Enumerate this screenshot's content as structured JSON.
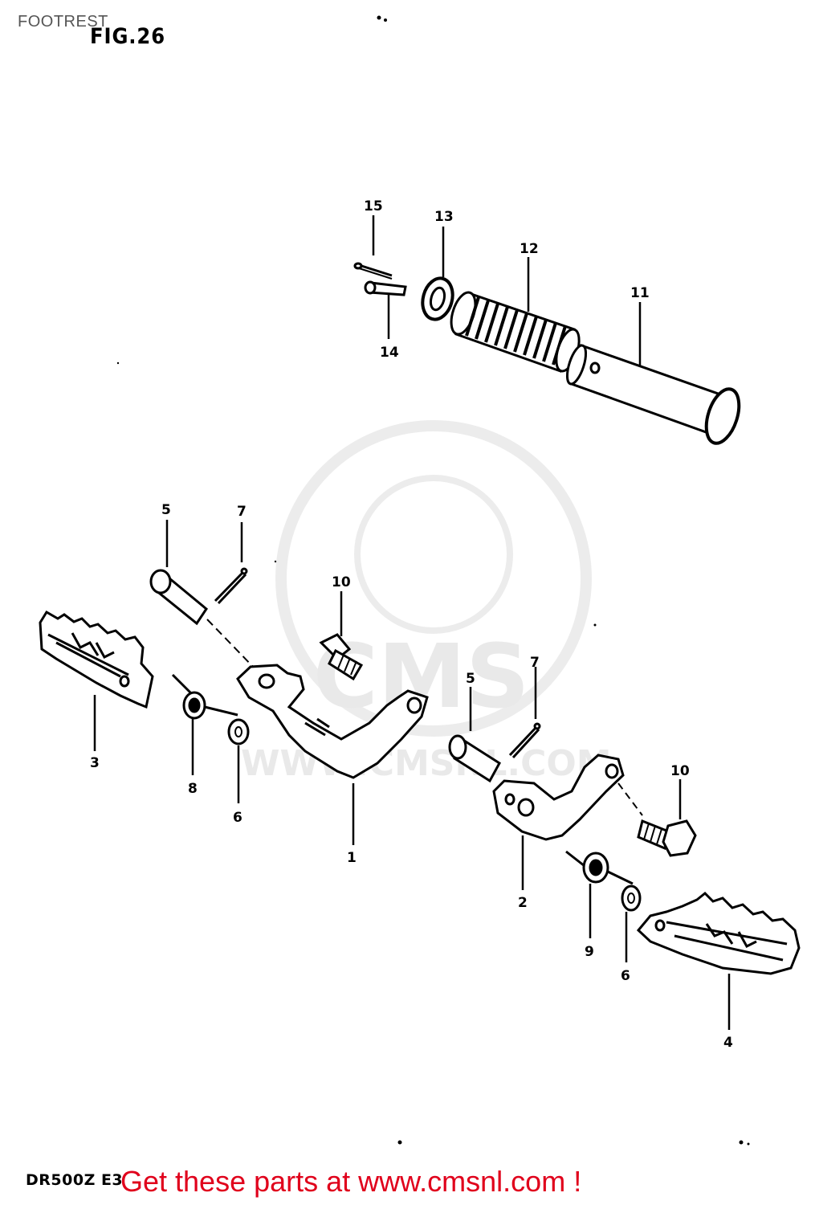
{
  "header": {
    "section_title": "FOOTREST"
  },
  "figure": {
    "title": "FIG.26",
    "model_code": "DR500Z E3"
  },
  "watermark": {
    "brand": "CMS",
    "url": "WWW.CMSNL.COM"
  },
  "parts": [
    {
      "number": "1"
    },
    {
      "number": "2"
    },
    {
      "number": "3"
    },
    {
      "number": "4"
    },
    {
      "number": "5"
    },
    {
      "number": "5"
    },
    {
      "number": "6"
    },
    {
      "number": "6"
    },
    {
      "number": "7"
    },
    {
      "number": "7"
    },
    {
      "number": "8"
    },
    {
      "number": "9"
    },
    {
      "number": "10"
    },
    {
      "number": "10"
    },
    {
      "number": "11"
    },
    {
      "number": "12"
    },
    {
      "number": "13"
    },
    {
      "number": "14"
    },
    {
      "number": "15"
    }
  ],
  "footer": {
    "cta": "Get these parts at www.cmsnl.com !"
  },
  "colors": {
    "cta": "#e0001b",
    "line": "#000000",
    "watermark": "#e9e9e9"
  }
}
